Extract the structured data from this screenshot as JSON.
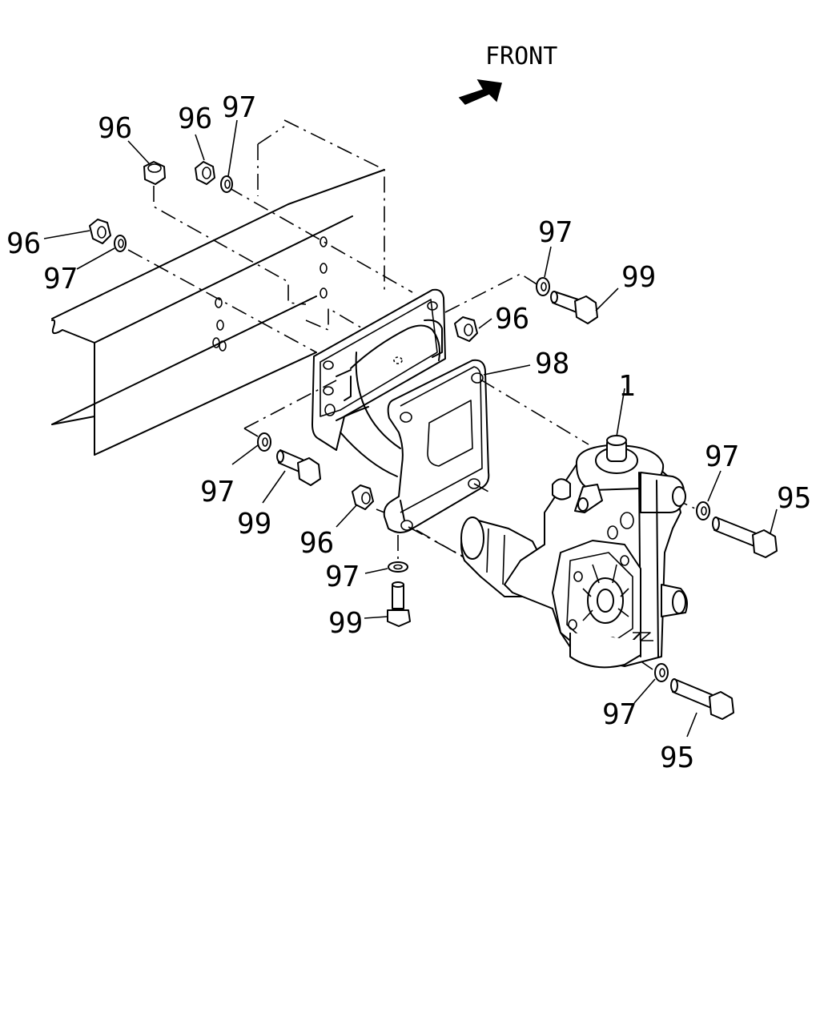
{
  "diagram": {
    "direction_label": "FRONT",
    "labels": {
      "nut_top_left": "96",
      "nut_top_mid": "96",
      "washer_top_mid": "97",
      "nut_left": "96",
      "washer_left": "97",
      "washer_right_top": "97",
      "bolt_right_top": "99",
      "nut_bracket_top": "96",
      "bracket": "98",
      "gear_box": "1",
      "washer_gear_right": "97",
      "bolt_gear_right": "95",
      "washer_lower_left": "97",
      "bolt_lower_left": "99",
      "nut_lower_mid": "96",
      "washer_lower_mid": "97",
      "bolt_lower_mid": "99",
      "washer_gear_bottom": "97",
      "bolt_gear_bottom": "95"
    }
  }
}
